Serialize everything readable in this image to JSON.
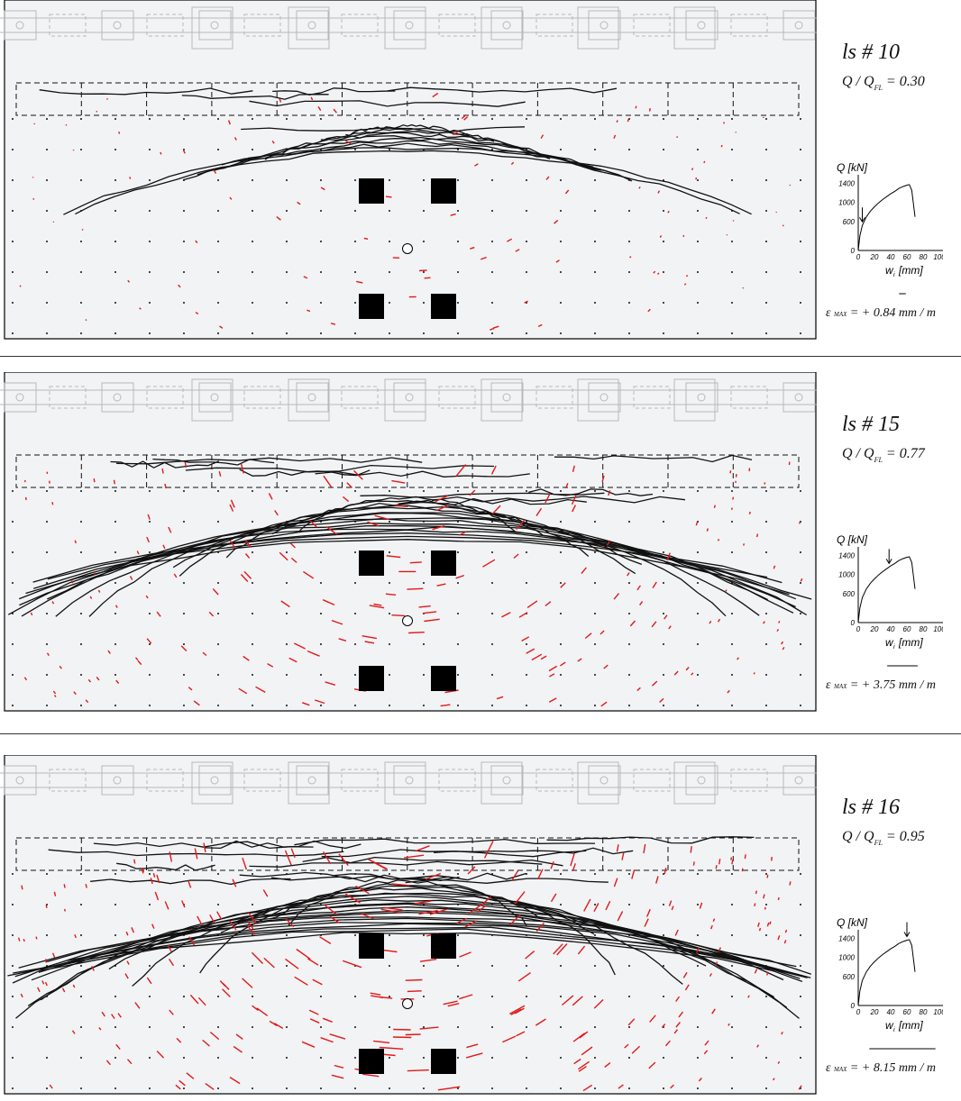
{
  "panels": [
    {
      "title": "ls # 10",
      "ratio_label": "Q / Q",
      "ratio_sub": "FL",
      "ratio_value": "= 0.30",
      "load_ratio": 0.3,
      "eps_symbol": "ε",
      "eps_sub": "MAX",
      "eps_value": "= + 0.84 mm / m",
      "strain_mm_per_m": 0.84,
      "crack_level": 0.25,
      "arrow_w_mm": 5
    },
    {
      "title": "ls # 15",
      "ratio_label": "Q / Q",
      "ratio_sub": "FL",
      "ratio_value": "= 0.77",
      "load_ratio": 0.77,
      "eps_symbol": "ε",
      "eps_sub": "MAX",
      "eps_value": "= + 3.75 mm / m",
      "strain_mm_per_m": 3.75,
      "crack_level": 0.7,
      "arrow_w_mm": 38
    },
    {
      "title": "ls # 16",
      "ratio_label": "Q / Q",
      "ratio_sub": "FL",
      "ratio_value": "= 0.95",
      "load_ratio": 0.95,
      "eps_symbol": "ε",
      "eps_sub": "MAX",
      "eps_value": "= + 8.15 mm / m",
      "strain_mm_per_m": 8.15,
      "crack_level": 1.0,
      "arrow_w_mm": 60
    }
  ],
  "mini_chart": {
    "ylabel": "Q [kN]",
    "xlabel": "w",
    "xlabel_sub": "i",
    "xlabel_unit": "[mm]",
    "y_ticks": [
      "1400",
      "1000",
      "600",
      "0"
    ],
    "x_ticks": [
      "0",
      "20",
      "40",
      "60",
      "80",
      "100"
    ]
  },
  "chart_data": {
    "type": "line",
    "title": "",
    "xlabel": "w_i [mm]",
    "ylabel": "Q [kN]",
    "xlim": [
      0,
      100
    ],
    "ylim": [
      0,
      1500
    ],
    "x": [
      0,
      2,
      5,
      10,
      15,
      20,
      25,
      30,
      35,
      40,
      45,
      50,
      55,
      60,
      63,
      66,
      70
    ],
    "values": [
      0,
      300,
      520,
      700,
      820,
      910,
      990,
      1060,
      1120,
      1180,
      1230,
      1290,
      1330,
      1360,
      1370,
      1250,
      700
    ]
  },
  "colors": {
    "cracks": "#111111",
    "strain_marks": "#e01a1a",
    "grid_dots": "#111111",
    "specimen_bg": "#f2f3f5",
    "plates": "#000000",
    "ghost_fixture": "#b8b8b8"
  }
}
